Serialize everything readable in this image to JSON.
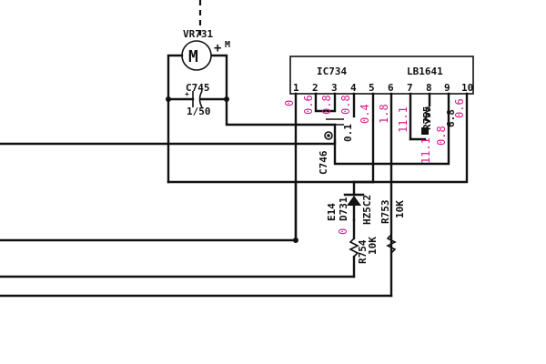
{
  "colors": {
    "wire": "#111111",
    "voltage": "#d81b8a",
    "background": "#ffffff"
  },
  "motor": {
    "ref": "VR731",
    "type_letter": "M",
    "plus_sign": "+",
    "terminal": "M"
  },
  "capacitor_c745": {
    "ref": "C745",
    "value": "1/50"
  },
  "ic": {
    "ref": "IC734",
    "part": "LB1641",
    "pins": [
      "1",
      "2",
      "3",
      "4",
      "5",
      "6",
      "7",
      "8",
      "9",
      "10"
    ]
  },
  "voltages": {
    "pin1": "0",
    "pin2": "0.6",
    "pin3": "0.8",
    "pin3b": "0.8",
    "pin5": "0.4",
    "pin6": "1.8",
    "pin7": "11.1",
    "pin8": "0.8",
    "pin10": "0.6",
    "pin7b": "11.1",
    "diode_cathode": "0"
  },
  "capacitor_c746": {
    "ref": "C746",
    "value": "0.1"
  },
  "resistor_r755": {
    "ref": "R755",
    "value": "6.8"
  },
  "diode": {
    "ref": "D731",
    "part": "HZ5C2",
    "note": "E14"
  },
  "resistor_r753": {
    "ref": "R753",
    "value": "10K"
  },
  "resistor_r754": {
    "ref": "R754",
    "value": "10K"
  }
}
